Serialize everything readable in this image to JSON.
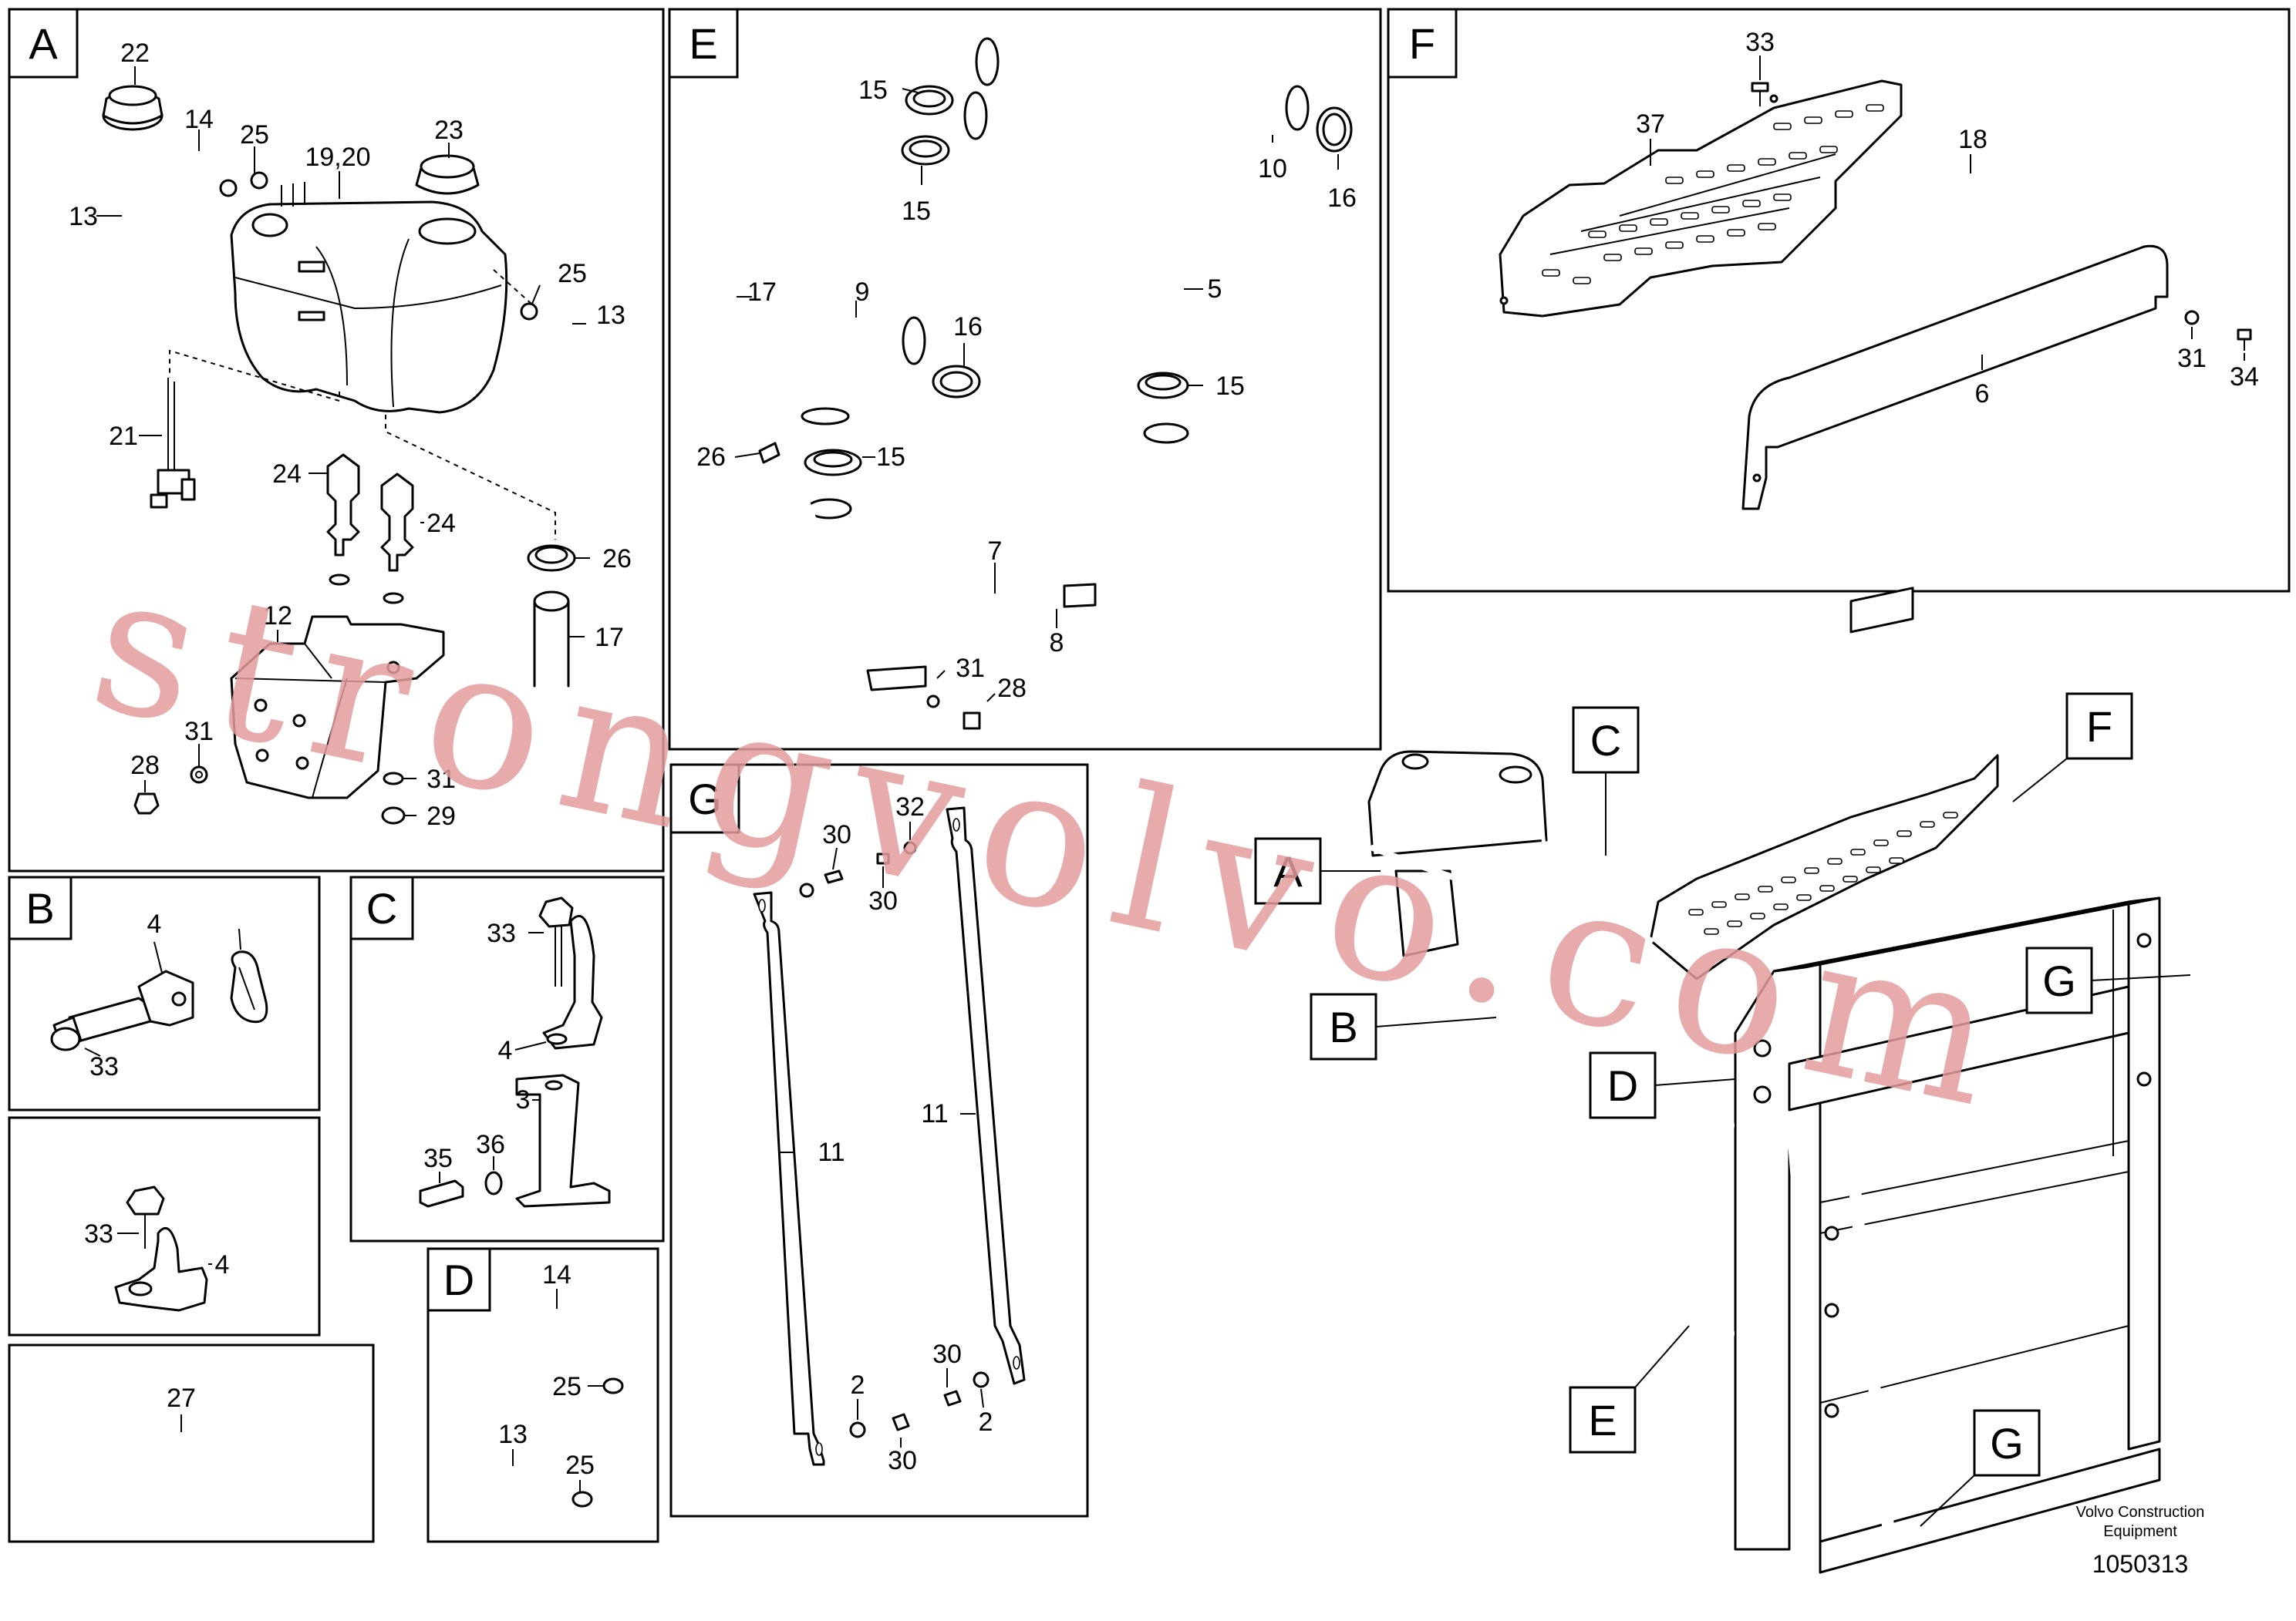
{
  "sections": [
    {
      "id": "A",
      "letter": "A"
    },
    {
      "id": "E",
      "letter": "E"
    },
    {
      "id": "F",
      "letter": "F"
    },
    {
      "id": "B",
      "letter": "B"
    },
    {
      "id": "C",
      "letter": "C"
    },
    {
      "id": "G",
      "letter": "G"
    },
    {
      "id": "D",
      "letter": "D"
    }
  ],
  "panel_a": {
    "n22": "22",
    "n14": "14",
    "n25a": "25",
    "n1920": "19,20",
    "n23": "23",
    "n13a": "13",
    "n25b": "25",
    "n13b": "13",
    "n21": "21",
    "n24a": "24",
    "n24b": "24",
    "n26": "26",
    "n12": "12",
    "n17": "17",
    "n31a": "31",
    "n28": "28",
    "n31b": "31",
    "n29": "29"
  },
  "panel_e": {
    "n15a": "15",
    "n15b": "15",
    "n10": "10",
    "n16a": "16",
    "n17": "17",
    "n9": "9",
    "n5": "5",
    "n16b": "16",
    "n15c": "15",
    "n26": "26",
    "n15d": "15",
    "n7": "7",
    "n8": "8",
    "n31": "31",
    "n28": "28"
  },
  "panel_f": {
    "n33": "33",
    "n37": "37",
    "n18": "18",
    "n31": "31",
    "n6": "6",
    "n34": "34"
  },
  "panel_b": {
    "n4": "4",
    "n33": "33"
  },
  "panel_b2": {
    "n33": "33",
    "n4": "4"
  },
  "panel_27": {
    "n27": "27"
  },
  "panel_c": {
    "n33": "33",
    "n4": "4",
    "n3": "3",
    "n36": "36",
    "n35": "35"
  },
  "panel_d": {
    "n14": "14",
    "n25a": "25",
    "n13": "13",
    "n25b": "25"
  },
  "panel_g": {
    "n32": "32",
    "n30a": "30",
    "n30b": "30",
    "n11a": "11",
    "n11b": "11",
    "n30c": "30",
    "n2a": "2",
    "n2b": "2",
    "n30d": "30"
  },
  "callouts": {
    "A": "A",
    "B": "B",
    "C": "C",
    "D": "D",
    "E": "E",
    "F": "F",
    "G1": "G",
    "G2": "G"
  },
  "footer": {
    "maker_line1": "Volvo Construction",
    "maker_line2": "Equipment",
    "drawing_number": "1050313"
  },
  "watermark": "strongvolvo.com"
}
